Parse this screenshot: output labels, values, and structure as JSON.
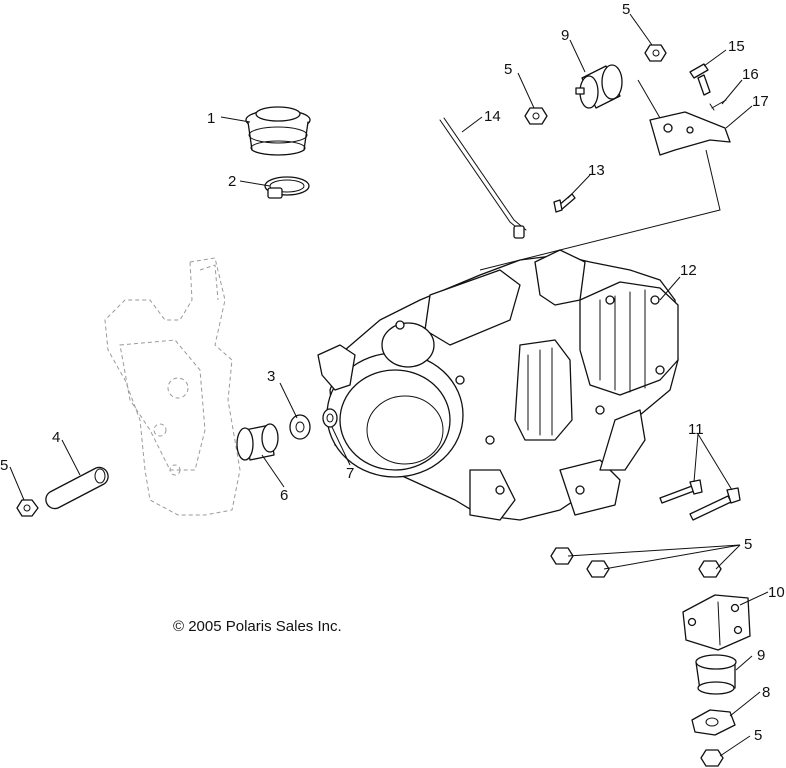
{
  "copyright": "© 2005 Polaris Sales Inc.",
  "callouts": {
    "c1": "1",
    "c2": "2",
    "c3": "3",
    "c4": "4",
    "c5a": "5",
    "c5b": "5",
    "c5c": "5",
    "c5d": "5",
    "c5e": "5",
    "c6": "6",
    "c7": "7",
    "c8": "8",
    "c9a": "9",
    "c9b": "9",
    "c10": "10",
    "c11": "11",
    "c12": "12",
    "c13": "13",
    "c14": "14",
    "c15": "15",
    "c16": "16",
    "c17": "17"
  },
  "colors": {
    "line": "#111111",
    "background": "#ffffff",
    "frame": "#9a9a9a"
  }
}
